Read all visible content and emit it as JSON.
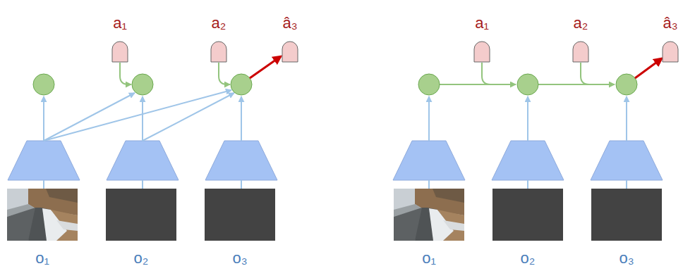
{
  "diagram": {
    "nodes": [
      {
        "text": [
          "a₁"
        ]
      },
      {
        "text": [
          "a₂"
        ]
      },
      {
        "text": [
          "â₃"
        ]
      },
      {
        "text": [
          "o₁"
        ]
      },
      {
        "text": [
          "o₂"
        ]
      },
      {
        "text": [
          "o₃"
        ]
      },
      {
        "text": [
          "a₁"
        ]
      },
      {
        "text": [
          "a₂"
        ]
      },
      {
        "text": [
          "â₃"
        ]
      },
      {
        "text": [
          "o₁"
        ]
      },
      {
        "text": [
          "o₂"
        ]
      },
      {
        "text": [
          "o₃"
        ]
      }
    ]
  }
}
